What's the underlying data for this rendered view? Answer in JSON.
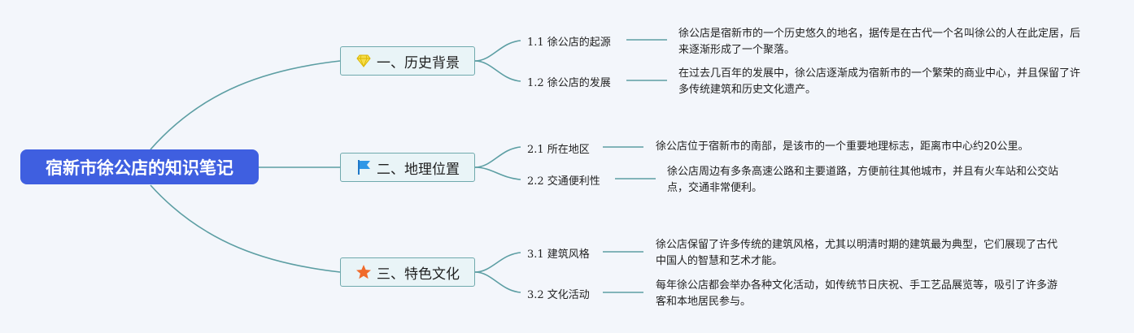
{
  "root": {
    "title": "宿新市徐公店的知识笔记"
  },
  "colors": {
    "root_fill": "#3f5fe0",
    "branch_fill": "#e9f4f7",
    "branch_border": "#6fa9ad",
    "connector": "#5c9ea3"
  },
  "branches": [
    {
      "label": "一、历史背景",
      "icon": "diamond-icon",
      "subtopics": [
        {
          "label": "1.1 徐公店的起源",
          "text": "徐公店是宿新市的一个历史悠久的地名，据传是在古代一个名叫徐公的人在此定居，后来逐渐形成了一个聚落。"
        },
        {
          "label": "1.2 徐公店的发展",
          "text": "在过去几百年的发展中，徐公店逐渐成为宿新市的一个繁荣的商业中心，并且保留了许多传统建筑和历史文化遗产。"
        }
      ]
    },
    {
      "label": "二、地理位置",
      "icon": "flag-icon",
      "subtopics": [
        {
          "label": "2.1 所在地区",
          "text": "徐公店位于宿新市的南部，是该市的一个重要地理标志，距离市中心约20公里。"
        },
        {
          "label": "2.2 交通便利性",
          "text": "徐公店周边有多条高速公路和主要道路，方便前往其他城市，并且有火车站和公交站点，交通非常便利。"
        }
      ]
    },
    {
      "label": "三、特色文化",
      "icon": "star-icon",
      "subtopics": [
        {
          "label": "3.1 建筑风格",
          "text": "徐公店保留了许多传统的建筑风格，尤其以明清时期的建筑最为典型，它们展现了古代中国人的智慧和艺术才能。"
        },
        {
          "label": "3.2 文化活动",
          "text": "每年徐公店都会举办各种文化活动，如传统节日庆祝、手工艺品展览等，吸引了许多游客和本地居民参与。"
        }
      ]
    }
  ]
}
